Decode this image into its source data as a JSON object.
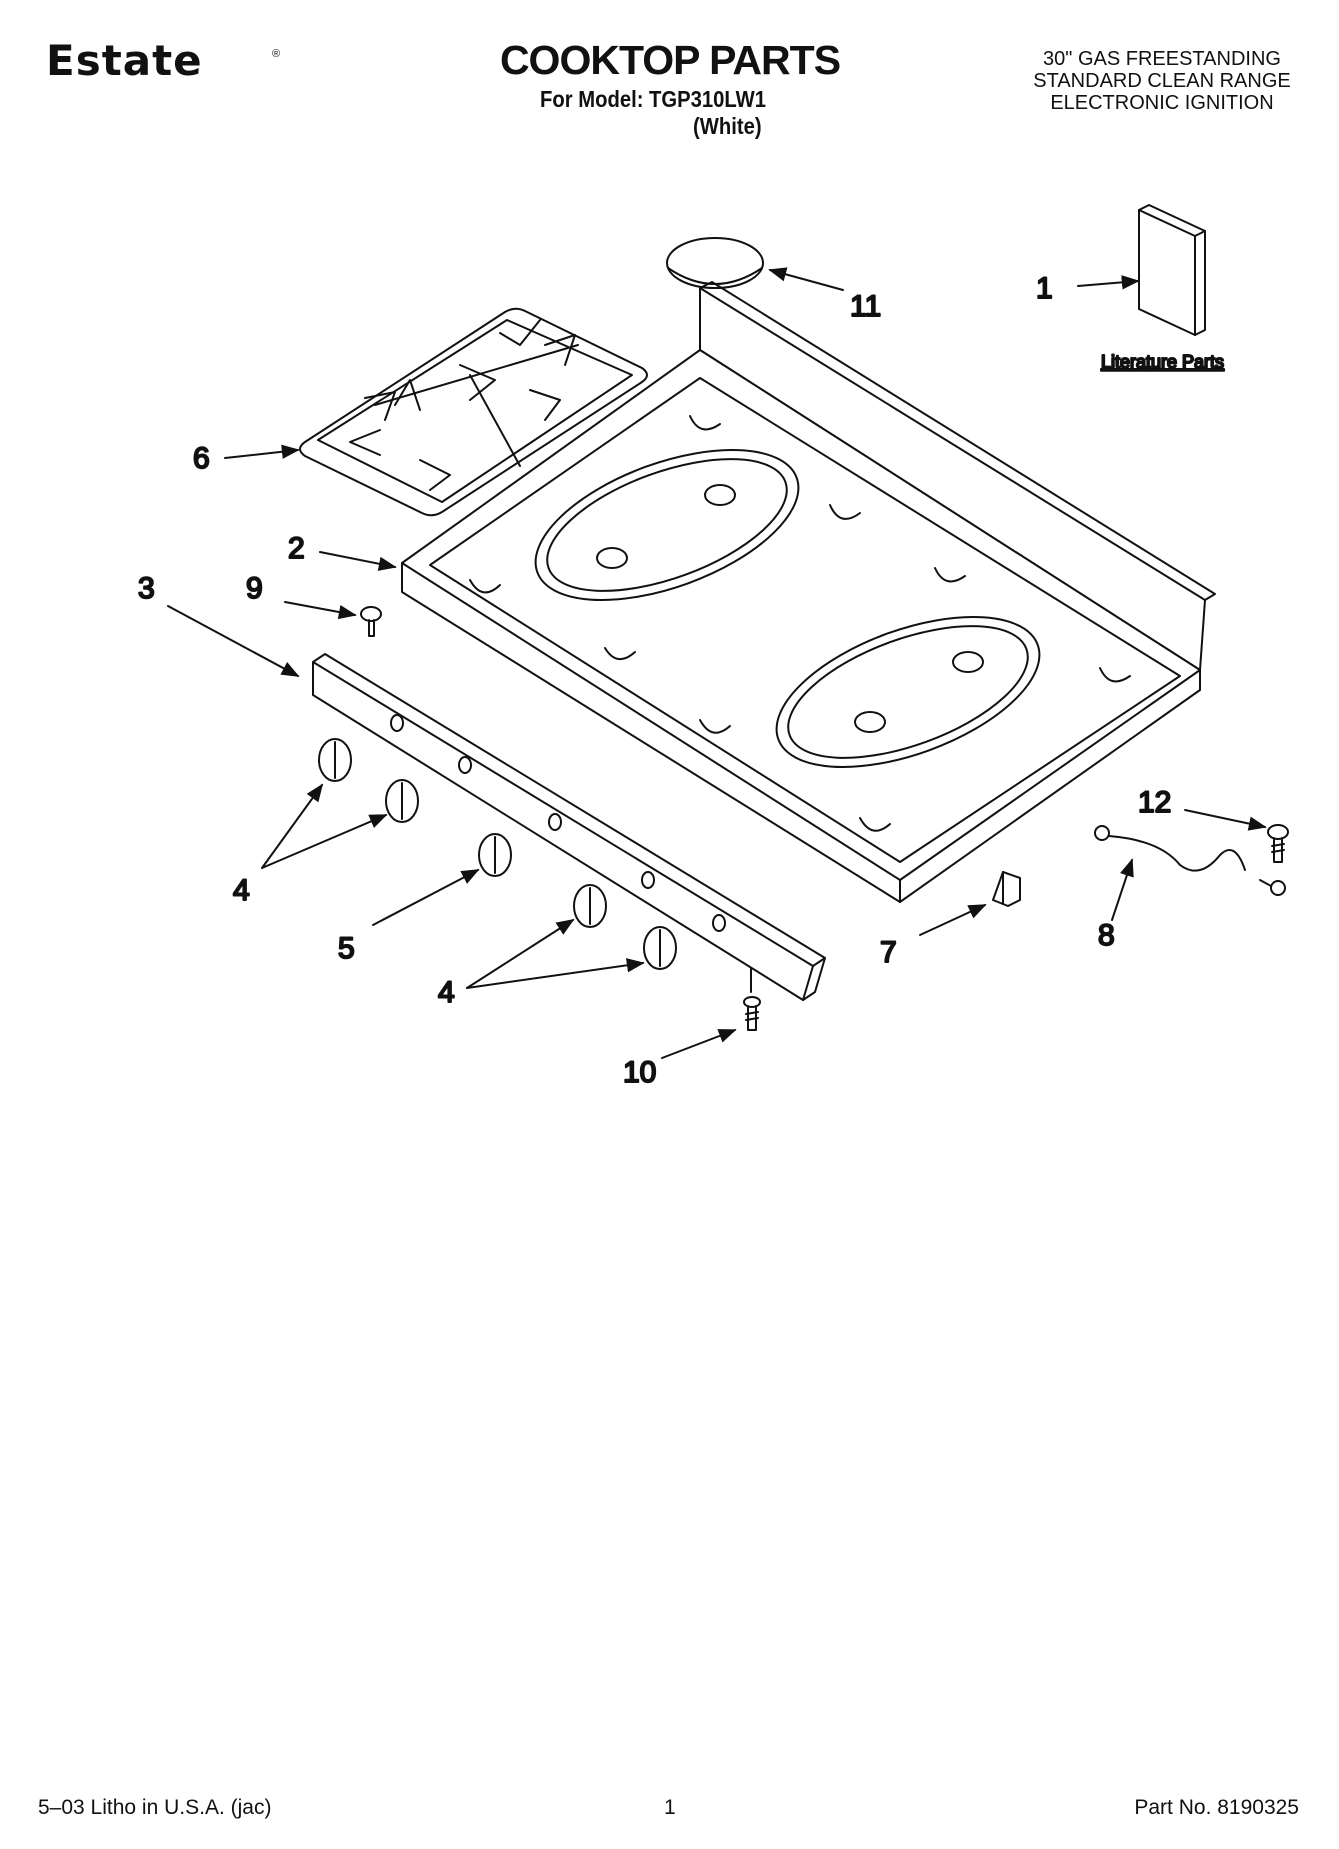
{
  "header": {
    "brand": "Estate",
    "brand_mark": "®",
    "title": "COOKTOP PARTS",
    "model_line": "For Model: TGP310LW1",
    "variant": "(White)",
    "description": [
      "30\" GAS FREESTANDING",
      "STANDARD CLEAN RANGE",
      "ELECTRONIC IGNITION"
    ]
  },
  "callouts": {
    "c1": "1",
    "c2": "2",
    "c3": "3",
    "c4a": "4",
    "c4b": "4",
    "c5": "5",
    "c6": "6",
    "c7": "7",
    "c8": "8",
    "c9": "9",
    "c10": "10",
    "c11": "11",
    "c12": "12"
  },
  "literature_label": "Literature Parts",
  "footer": {
    "left": "5–03 Litho in U.S.A. (jac)",
    "center": "1",
    "right": "Part No. 8190325"
  }
}
